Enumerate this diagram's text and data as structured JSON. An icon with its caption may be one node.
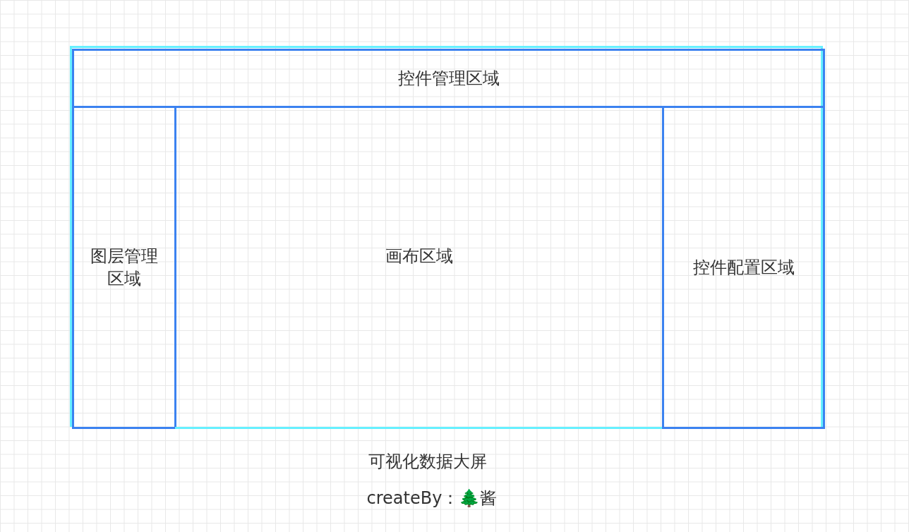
{
  "diagram": {
    "caption": "可视化数据大屏",
    "nodes": [
      {
        "text": [],
        "shape": "box"
      },
      {
        "text": [
          "控件管理区域"
        ],
        "in": 0
      },
      {
        "text": [
          "图层管理区域"
        ],
        "in": 0
      },
      {
        "text": [
          "画布区域"
        ],
        "in": 0
      },
      {
        "text": [
          "控件配置区域"
        ],
        "in": 0
      }
    ],
    "labels": [
      "createBy：🌲酱"
    ]
  }
}
